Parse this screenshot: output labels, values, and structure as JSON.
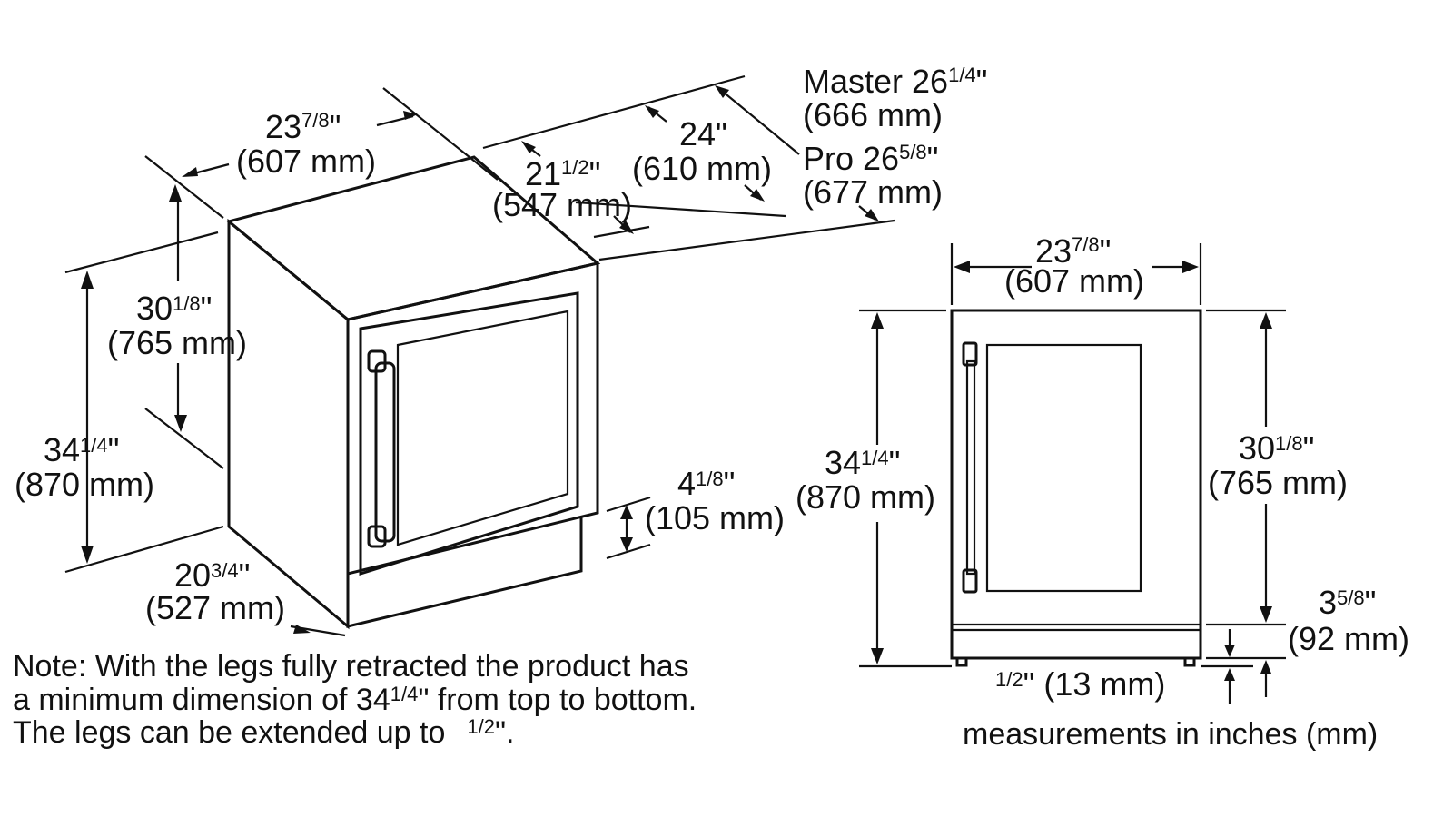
{
  "labels": {
    "iso_top_width": {
      "whole": "23",
      "frac": "7/8",
      "inch": "\"",
      "mm": "(607 mm)"
    },
    "iso_depth_cabinet": {
      "whole": "21",
      "frac": "1/2",
      "inch": "\"",
      "mm": "(547 mm)"
    },
    "iso_depth_total": {
      "whole": "24",
      "frac": "",
      "inch": "\"",
      "mm": "(610 mm)"
    },
    "iso_master": {
      "prefix": "Master ",
      "whole": "26",
      "frac": "1/4",
      "inch": "\"",
      "mm": "(666 mm)"
    },
    "iso_pro": {
      "prefix": "Pro ",
      "whole": "26",
      "frac": "5/8",
      "inch": "\"",
      "mm": "(677 mm)"
    },
    "iso_door_height": {
      "whole": "30",
      "frac": "1/8",
      "inch": "\"",
      "mm": "(765 mm)"
    },
    "iso_total_height": {
      "whole": "34",
      "frac": "1/4",
      "inch": "\"",
      "mm": "(870 mm)"
    },
    "iso_base_depth": {
      "whole": "20",
      "frac": "3/4",
      "inch": "\"",
      "mm": "(527 mm)"
    },
    "iso_toekick": {
      "whole": "4",
      "frac": "1/8",
      "inch": "\"",
      "mm": "(105 mm)"
    },
    "front_width": {
      "whole": "23",
      "frac": "7/8",
      "inch": "\"",
      "mm": "(607 mm)"
    },
    "front_total_height": {
      "whole": "34",
      "frac": "1/4",
      "inch": "\"",
      "mm": "(870 mm)"
    },
    "front_door_height": {
      "whole": "30",
      "frac": "1/8",
      "inch": "\"",
      "mm": "(765 mm)"
    },
    "front_toekick": {
      "whole": "3",
      "frac": "5/8",
      "inch": "\"",
      "mm": "(92 mm)"
    },
    "front_legs": {
      "whole": "",
      "frac": "1/2",
      "inch": "\"",
      "mm": "(13 mm)"
    }
  },
  "note": {
    "line1": "Note: With the legs fully retracted the product has",
    "line2_a": "a minimum dimension of 34",
    "line2_frac": "1/4",
    "line2_b": "\" from top to bottom.",
    "line3_a": "The legs can be extended up to",
    "line3_frac": "1/2",
    "line3_b": "\"."
  },
  "units_caption": "measurements in inches (mm)"
}
